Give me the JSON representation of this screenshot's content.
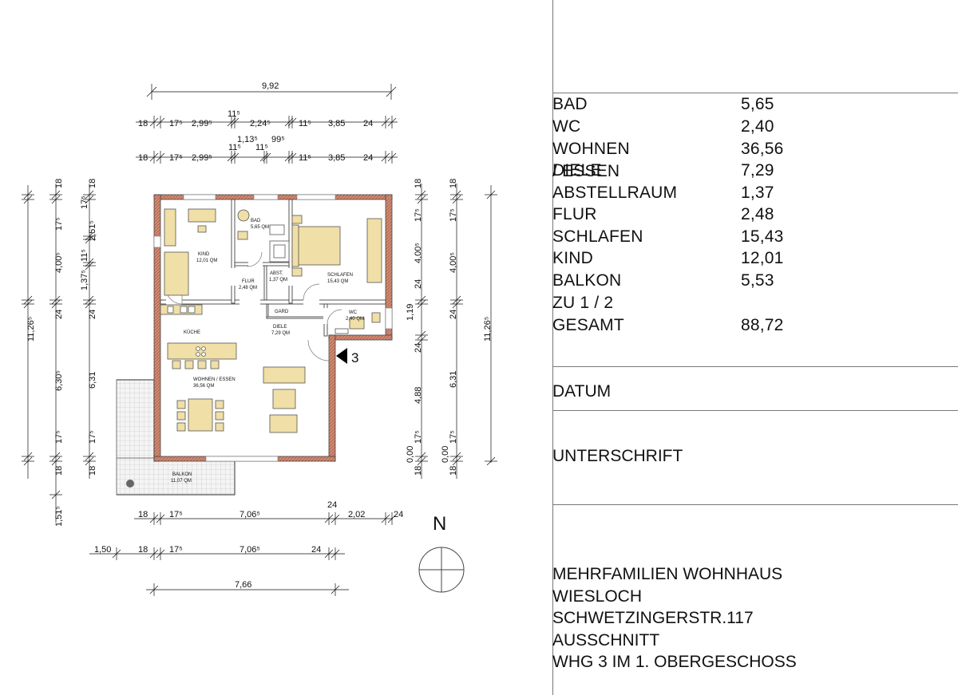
{
  "areas": [
    {
      "name": "BAD",
      "value": "5,65"
    },
    {
      "name": "WC",
      "value": "2,40"
    },
    {
      "name": "WOHNEN / ESSEN",
      "value": "36,56"
    },
    {
      "name": "DIELE",
      "value": "7,29"
    },
    {
      "name": "ABSTELLRAUM",
      "value": "1,37"
    },
    {
      "name": "FLUR",
      "value": "2,48"
    },
    {
      "name": "SCHLAFEN",
      "value": "15,43"
    },
    {
      "name": "KIND",
      "value": "12,01"
    },
    {
      "name": "BALKON ZU 1 / 2",
      "value": "5,53"
    }
  ],
  "total": {
    "label": "GESAMT",
    "value": "88,72"
  },
  "datum_label": "DATUM",
  "signature_label": "UNTERSCHRIFT",
  "project": {
    "line1": "MEHRFAMILIEN WOHNHAUS",
    "line2": "WIESLOCH",
    "line3": "SCHWETZINGERSTR.117",
    "line4": "AUSSCHNITT",
    "line5": "WHG 3  IM 1. OBERGESCHOSS"
  },
  "plan": {
    "rooms": {
      "kind": {
        "name": "KIND",
        "area": "12,01 QM"
      },
      "bad": {
        "name": "BAD",
        "area": "5,65 QM"
      },
      "schlafen": {
        "name": "SCHLAFEN",
        "area": "15,43 QM"
      },
      "flur": {
        "name": "FLUR",
        "area": "2,48 QM"
      },
      "abst": {
        "name": "ABST.",
        "area": "1,37 QM"
      },
      "gard": {
        "name": "GARD"
      },
      "wc": {
        "name": "WC",
        "area": "2,40 QM"
      },
      "kueche": {
        "name": "KÜCHE"
      },
      "diele": {
        "name": "DIELE",
        "area": "7,29 QM"
      },
      "wohnen": {
        "name": "WOHNEN / ESSEN",
        "area": "36,56 QM"
      },
      "balkon": {
        "name": "BALKON",
        "area": "11,07 QM"
      }
    },
    "apartment_number": "3",
    "north_label": "N",
    "dims_top": {
      "overall": "9,92",
      "row1": [
        "18",
        "17⁵",
        "2,99⁵",
        "11⁵",
        "2,24⁵",
        "11⁵",
        "3,85",
        "24"
      ],
      "row2": [
        "18",
        "17⁵",
        "2,99⁵",
        "1,13⁵",
        "11⁵",
        "11⁵",
        "99⁵",
        "11⁵",
        "3,85",
        "24"
      ]
    },
    "dims_left": {
      "overall": "11,26⁵",
      "outer": [
        "18",
        "17⁵",
        "4,00⁵",
        "24",
        "6,30⁵",
        "17⁵",
        "18",
        "1,51⁵"
      ],
      "inner": [
        "18",
        "17⁵",
        "2,51⁵",
        "11⁵",
        "1,37⁵",
        "24",
        "6,31",
        "17⁵",
        "18"
      ]
    },
    "dims_right": {
      "overall": "11,26⁵",
      "inner": [
        "18",
        "17⁵",
        "4,00⁵",
        "24",
        "1,19",
        "24",
        "4,88",
        "17⁵",
        "0,00",
        "18"
      ],
      "outer": [
        "18",
        "17⁵",
        "4,00⁵",
        "24",
        "6,31",
        "17⁵",
        "0,00",
        "18"
      ]
    },
    "dims_bottom": {
      "row1": [
        "18",
        "17⁵",
        "7,06⁵",
        "24",
        "2,02",
        "24"
      ],
      "row2": [
        "1,50",
        "18",
        "17⁵",
        "7,06⁵",
        "24"
      ],
      "overall": "7,66"
    }
  },
  "colors": {
    "furniture": "#f0dfa6",
    "wall_outer": "#c9806a",
    "wall": "#555555",
    "line": "#777777"
  }
}
